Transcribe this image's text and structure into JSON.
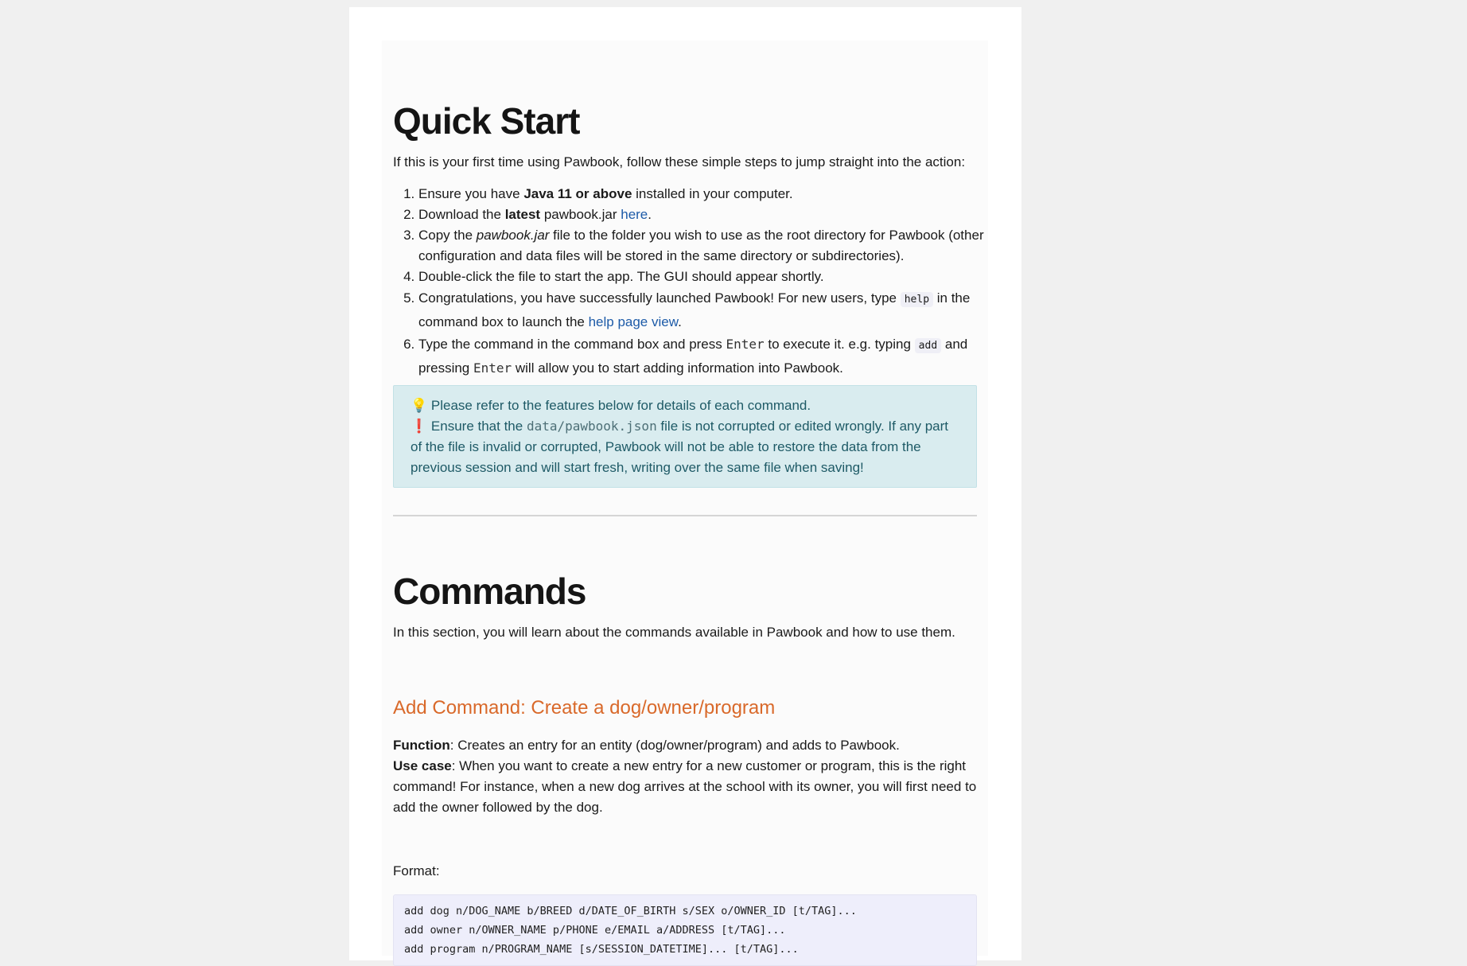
{
  "quick_start": {
    "title": "Quick Start",
    "intro": "If this is your first time using Pawbook, follow these simple steps to jump straight into the action:",
    "steps": [
      {
        "pre": "Ensure you have ",
        "bold": "Java 11 or above",
        "post": " installed in your computer."
      },
      {
        "pre": "Download the ",
        "bold": "latest",
        "mid": " pawbook.jar ",
        "link": "here",
        "post": "."
      },
      {
        "pre": "Copy the ",
        "italic": "pawbook.jar",
        "post": " file to the folder you wish to use as the root directory for Pawbook (other configuration and data files will be stored in the same directory or subdirectories)."
      },
      {
        "text": "Double-click the file to start the app. The GUI should appear shortly."
      },
      {
        "pre": "Congratulations, you have successfully launched Pawbook! For new users, type ",
        "code": "help",
        "mid": " in the command box to launch the ",
        "link": "help page view",
        "post": "."
      },
      {
        "pre": "Type the command in the command box and press ",
        "kbd1": "Enter",
        "mid1": " to execute it. e.g. typing ",
        "code": "add",
        "mid2": " and pressing ",
        "kbd2": "Enter",
        "post": " will allow you to start adding information into Pawbook."
      }
    ],
    "notice": {
      "tip_icon": "💡",
      "tip": "Please refer to the features below for details of each command.",
      "warn_icon": "❗",
      "warn_pre": "Ensure that the ",
      "warn_code": "data/pawbook.json",
      "warn_post": " file is not corrupted or edited wrongly. If any part of the file is invalid or corrupted, Pawbook will not be able to restore the data from the previous session and will start fresh, writing over the same file when saving!"
    }
  },
  "commands": {
    "title": "Commands",
    "intro": "In this section, you will learn about the commands available in Pawbook and how to use them.",
    "add": {
      "heading": "Add Command: Create a dog/owner/program",
      "function_label": "Function",
      "function_text": ": Creates an entry for an entity (dog/owner/program) and adds to Pawbook.",
      "usecase_label": "Use case",
      "usecase_text": ": When you want to create a new entry for a new customer or program, this is the right command! For instance, when a new dog arrives at the school with its owner, you will first need to add the owner followed by the dog.",
      "format_label": "Format:",
      "format_lines": [
        "add dog n/DOG_NAME b/BREED d/DATE_OF_BIRTH s/SEX o/OWNER_ID [t/TAG]...",
        "add owner n/OWNER_NAME p/PHONE e/EMAIL a/ADDRESS [t/TAG]...",
        "add program n/PROGRAM_NAME [s/SESSION_DATETIME]... [t/TAG]..."
      ]
    }
  }
}
